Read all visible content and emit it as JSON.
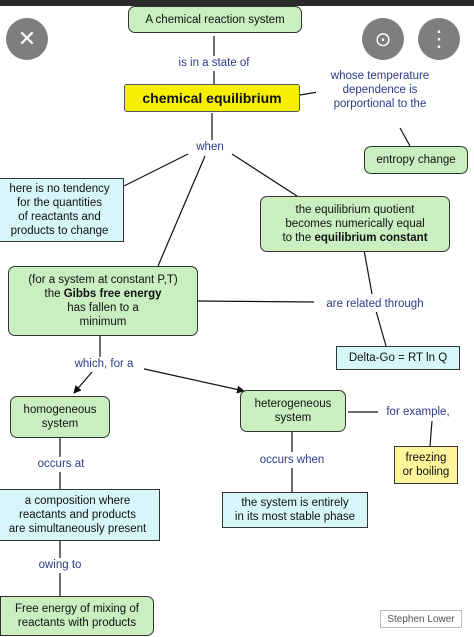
{
  "buttons": {
    "close_glyph": "✕",
    "lens_glyph": "⊙",
    "more_glyph": "⋮"
  },
  "nodes": {
    "reaction_system": "A chemical reaction system",
    "chemical_equilibrium": "chemical equilibrium",
    "entropy_change": "entropy change",
    "no_tendency": [
      "here is no tendency",
      "for the quantities",
      "of reactants and",
      "products to change"
    ],
    "quotient": [
      "the equilibrium quotient",
      "becomes numerically equal"
    ],
    "quotient_prefix": "to the",
    "quotient_bold": "equilibrium constant",
    "gibbs_line1": "(for a system at constant P,T)",
    "gibbs_prefix": "the",
    "gibbs_bold": "Gibbs free energy",
    "gibbs_lines": [
      "has fallen to a",
      "minimum"
    ],
    "delta_go": "Delta-Go = RT ln Q",
    "homogeneous": [
      "homogeneous",
      "system"
    ],
    "heterogeneous": [
      "heterogeneous",
      "system"
    ],
    "freezing": [
      "freezing",
      "or boiling"
    ],
    "composition": [
      "a composition where",
      "reactants and products",
      "are simultaneously present"
    ],
    "stable_phase": [
      "the system is entirely",
      "in its most stable phase"
    ],
    "free_energy_mixing": [
      "Free energy of mixing of",
      "reactants with products"
    ]
  },
  "links": {
    "is_in_state_of": "is in a state of",
    "temperature_dependence": [
      "whose temperature",
      "dependence is",
      "porportional to the"
    ],
    "when": "when",
    "related_through": "are related through",
    "which_for_a": "which, for a",
    "for_example": "for example,",
    "occurs_at": "occurs at",
    "occurs_when": "occurs when",
    "owing_to": "owing to"
  },
  "credit": "Stephen Lower"
}
